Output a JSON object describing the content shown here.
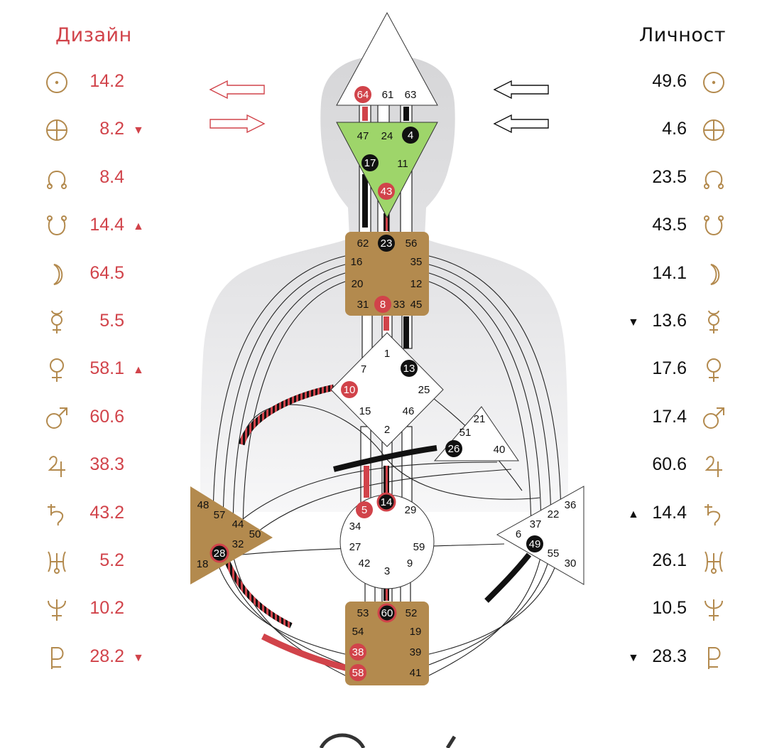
{
  "headers": {
    "design": "Дизайн",
    "personality": "Личност"
  },
  "colors": {
    "design": "#d1434a",
    "personality": "#111111",
    "planet_symbol": "#b38a4e",
    "center_defined": "#b38a4e",
    "center_ajna": "#9ed56a",
    "body_silhouette": "#d9d9db"
  },
  "design": [
    {
      "planet": "sun-icon",
      "value": "14.2",
      "arrow": ""
    },
    {
      "planet": "earth-icon",
      "value": "8.2",
      "arrow": "▼"
    },
    {
      "planet": "north-node-icon",
      "value": "8.4",
      "arrow": ""
    },
    {
      "planet": "south-node-icon",
      "value": "14.4",
      "arrow": "▲"
    },
    {
      "planet": "moon-icon",
      "value": "64.5",
      "arrow": ""
    },
    {
      "planet": "mercury-icon",
      "value": "5.5",
      "arrow": ""
    },
    {
      "planet": "venus-icon",
      "value": "58.1",
      "arrow": "▲"
    },
    {
      "planet": "mars-icon",
      "value": "60.6",
      "arrow": ""
    },
    {
      "planet": "jupiter-icon",
      "value": "38.3",
      "arrow": ""
    },
    {
      "planet": "saturn-icon",
      "value": "43.2",
      "arrow": ""
    },
    {
      "planet": "uranus-icon",
      "value": "5.2",
      "arrow": ""
    },
    {
      "planet": "neptune-icon",
      "value": "10.2",
      "arrow": ""
    },
    {
      "planet": "pluto-icon",
      "value": "28.2",
      "arrow": "▼"
    }
  ],
  "personality": [
    {
      "planet": "sun-icon",
      "value": "49.6",
      "arrow": ""
    },
    {
      "planet": "earth-icon",
      "value": "4.6",
      "arrow": ""
    },
    {
      "planet": "north-node-icon",
      "value": "23.5",
      "arrow": ""
    },
    {
      "planet": "south-node-icon",
      "value": "43.5",
      "arrow": ""
    },
    {
      "planet": "moon-icon",
      "value": "14.1",
      "arrow": ""
    },
    {
      "planet": "mercury-icon",
      "value": "13.6",
      "arrow": "▼"
    },
    {
      "planet": "venus-icon",
      "value": "17.6",
      "arrow": ""
    },
    {
      "planet": "mars-icon",
      "value": "17.4",
      "arrow": ""
    },
    {
      "planet": "jupiter-icon",
      "value": "60.6",
      "arrow": ""
    },
    {
      "planet": "saturn-icon",
      "value": "14.4",
      "arrow": "▲"
    },
    {
      "planet": "uranus-icon",
      "value": "26.1",
      "arrow": ""
    },
    {
      "planet": "neptune-icon",
      "value": "10.5",
      "arrow": ""
    },
    {
      "planet": "pluto-icon",
      "value": "28.3",
      "arrow": "▼"
    }
  ],
  "centers": [
    {
      "id": "head",
      "defined": false
    },
    {
      "id": "ajna",
      "defined": true
    },
    {
      "id": "throat",
      "defined": true
    },
    {
      "id": "g",
      "defined": false
    },
    {
      "id": "ego",
      "defined": false
    },
    {
      "id": "spleen",
      "defined": true
    },
    {
      "id": "sacral",
      "defined": false
    },
    {
      "id": "solar-plexus",
      "defined": false
    },
    {
      "id": "root",
      "defined": true
    }
  ],
  "gates": [
    {
      "n": "64",
      "hl": "design"
    },
    {
      "n": "61",
      "hl": ""
    },
    {
      "n": "63",
      "hl": ""
    },
    {
      "n": "47",
      "hl": ""
    },
    {
      "n": "24",
      "hl": ""
    },
    {
      "n": "4",
      "hl": "personality"
    },
    {
      "n": "17",
      "hl": "personality"
    },
    {
      "n": "11",
      "hl": ""
    },
    {
      "n": "43",
      "hl": "design"
    },
    {
      "n": "62",
      "hl": ""
    },
    {
      "n": "23",
      "hl": "personality"
    },
    {
      "n": "56",
      "hl": ""
    },
    {
      "n": "16",
      "hl": ""
    },
    {
      "n": "35",
      "hl": ""
    },
    {
      "n": "20",
      "hl": ""
    },
    {
      "n": "12",
      "hl": ""
    },
    {
      "n": "31",
      "hl": ""
    },
    {
      "n": "8",
      "hl": "design"
    },
    {
      "n": "33",
      "hl": ""
    },
    {
      "n": "45",
      "hl": ""
    },
    {
      "n": "1",
      "hl": ""
    },
    {
      "n": "7",
      "hl": ""
    },
    {
      "n": "13",
      "hl": "personality"
    },
    {
      "n": "10",
      "hl": "design"
    },
    {
      "n": "25",
      "hl": ""
    },
    {
      "n": "15",
      "hl": ""
    },
    {
      "n": "46",
      "hl": ""
    },
    {
      "n": "2",
      "hl": ""
    },
    {
      "n": "21",
      "hl": ""
    },
    {
      "n": "51",
      "hl": ""
    },
    {
      "n": "26",
      "hl": "personality"
    },
    {
      "n": "40",
      "hl": ""
    },
    {
      "n": "48",
      "hl": ""
    },
    {
      "n": "57",
      "hl": ""
    },
    {
      "n": "44",
      "hl": ""
    },
    {
      "n": "50",
      "hl": ""
    },
    {
      "n": "32",
      "hl": ""
    },
    {
      "n": "28",
      "hl": "both"
    },
    {
      "n": "18",
      "hl": ""
    },
    {
      "n": "5",
      "hl": "design"
    },
    {
      "n": "14",
      "hl": "both"
    },
    {
      "n": "29",
      "hl": ""
    },
    {
      "n": "34",
      "hl": ""
    },
    {
      "n": "27",
      "hl": ""
    },
    {
      "n": "59",
      "hl": ""
    },
    {
      "n": "42",
      "hl": ""
    },
    {
      "n": "9",
      "hl": ""
    },
    {
      "n": "3",
      "hl": ""
    },
    {
      "n": "36",
      "hl": ""
    },
    {
      "n": "22",
      "hl": ""
    },
    {
      "n": "37",
      "hl": ""
    },
    {
      "n": "6",
      "hl": ""
    },
    {
      "n": "49",
      "hl": "personality"
    },
    {
      "n": "55",
      "hl": ""
    },
    {
      "n": "30",
      "hl": ""
    },
    {
      "n": "53",
      "hl": ""
    },
    {
      "n": "60",
      "hl": "both"
    },
    {
      "n": "52",
      "hl": ""
    },
    {
      "n": "54",
      "hl": ""
    },
    {
      "n": "19",
      "hl": ""
    },
    {
      "n": "38",
      "hl": "design"
    },
    {
      "n": "39",
      "hl": ""
    },
    {
      "n": "58",
      "hl": "design"
    },
    {
      "n": "41",
      "hl": ""
    }
  ]
}
